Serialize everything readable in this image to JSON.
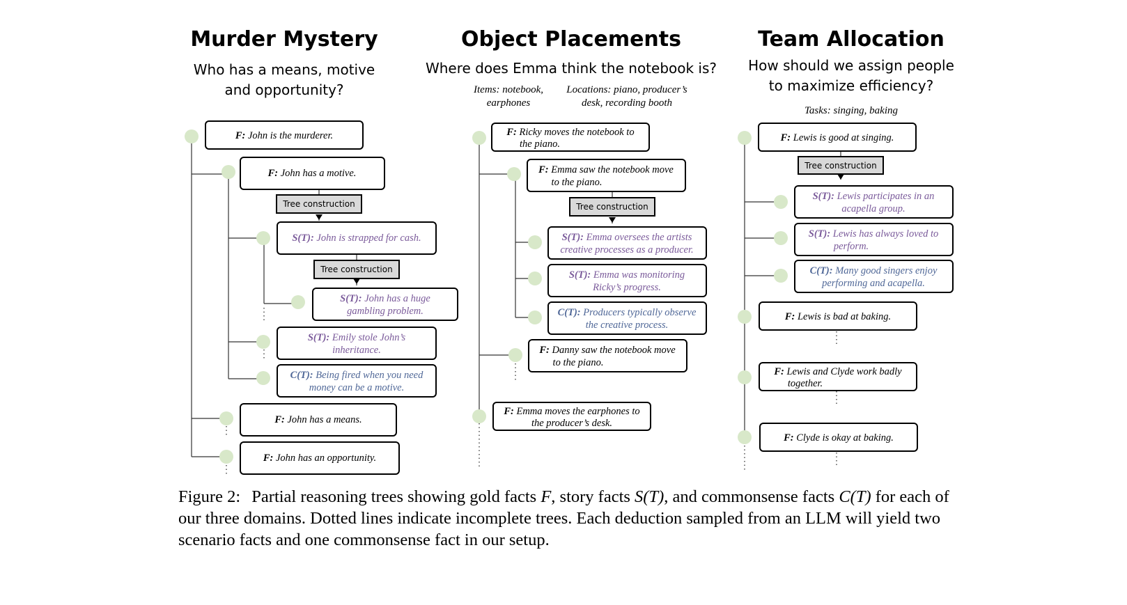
{
  "panels": {
    "murder": {
      "title": "Murder Mystery",
      "question": [
        "Who has a means, motive",
        "and opportunity?"
      ],
      "nodes": {
        "n1": {
          "label": "F:",
          "text": [
            "John is the murderer."
          ]
        },
        "n2": {
          "label": "F:",
          "text": [
            "John has a motive."
          ]
        },
        "tc1": {
          "text": "Tree construction"
        },
        "n3": {
          "label": "S(T):",
          "text": [
            "John is strapped for cash."
          ]
        },
        "tc2": {
          "text": "Tree construction"
        },
        "n4": {
          "label": "S(T):",
          "text": [
            "John has a huge",
            "gambling problem."
          ]
        },
        "n5": {
          "label": "S(T):",
          "text": [
            "Emily stole John’s",
            "inheritance."
          ]
        },
        "n6": {
          "label": "C(T):",
          "text": [
            "Being fired when you need",
            "money can be a motive."
          ]
        },
        "n7": {
          "label": "F:",
          "text": [
            "John has a means."
          ]
        },
        "n8": {
          "label": "F:",
          "text": [
            "John has an opportunity."
          ]
        }
      }
    },
    "object": {
      "title": "Object Placements",
      "question": [
        "Where does Emma think the notebook is?"
      ],
      "items": [
        "Items: notebook,",
        "earphones"
      ],
      "locations": [
        "Locations: piano, producer’s",
        "desk, recording booth"
      ],
      "nodes": {
        "n1": {
          "label": "F:",
          "text": [
            "Ricky moves the notebook to",
            "the piano."
          ]
        },
        "n2": {
          "label": "F:",
          "text": [
            "Emma saw the notebook move",
            "to the piano."
          ]
        },
        "tc1": {
          "text": "Tree construction"
        },
        "n3": {
          "label": "S(T):",
          "text": [
            "Emma oversees the artists",
            "creative processes as a producer."
          ]
        },
        "n4": {
          "label": "S(T):",
          "text": [
            "Emma was monitoring",
            "Ricky’s progress."
          ]
        },
        "n5": {
          "label": "C(T):",
          "text": [
            "Producers typically observe",
            "the creative process."
          ]
        },
        "n6": {
          "label": "F:",
          "text": [
            "Danny saw the notebook move",
            "to the piano."
          ]
        },
        "n7": {
          "label": "F:",
          "text": [
            "Emma moves the earphones to",
            "the producer’s desk."
          ]
        }
      }
    },
    "team": {
      "title": "Team Allocation",
      "question": [
        "How should we assign people",
        "to maximize efficiency?"
      ],
      "tasks": "Tasks: singing, baking",
      "nodes": {
        "n1": {
          "label": "F:",
          "text": [
            "Lewis is good at singing."
          ]
        },
        "tc1": {
          "text": "Tree construction"
        },
        "n2": {
          "label": "S(T):",
          "text": [
            "Lewis participates in an",
            "acapella group."
          ]
        },
        "n3": {
          "label": "S(T):",
          "text": [
            "Lewis has always loved to",
            "perform."
          ]
        },
        "n4": {
          "label": "C(T):",
          "text": [
            "Many good singers enjoy",
            "performing and acapella."
          ]
        },
        "n5": {
          "label": "F:",
          "text": [
            "Lewis is bad at baking."
          ]
        },
        "n6": {
          "label": "F:",
          "text": [
            "Lewis and Clyde work badly",
            "together."
          ]
        },
        "n7": {
          "label": "F:",
          "text": [
            "Clyde is okay at baking."
          ]
        }
      }
    }
  },
  "caption": {
    "label": "Figure 2:",
    "p1": "Partial reasoning trees showing gold facts ",
    "m1": "F",
    "p2": ", story facts ",
    "m2": "S(T)",
    "p3": ", and commonsense facts ",
    "m3": "C(T)",
    "p4": " for each of our three domains. Dotted lines indicate incomplete trees. Each deduction sampled from an LLM will yield two scenario facts and one commonsense fact in our setup."
  },
  "colors": {
    "gold_fact": "#000000",
    "story_fact": "#7a5a9a",
    "commonsense_fact": "#4f6797",
    "node_dot": "#d8e8c9",
    "tree_construction_fill": "#d9d9d9"
  }
}
